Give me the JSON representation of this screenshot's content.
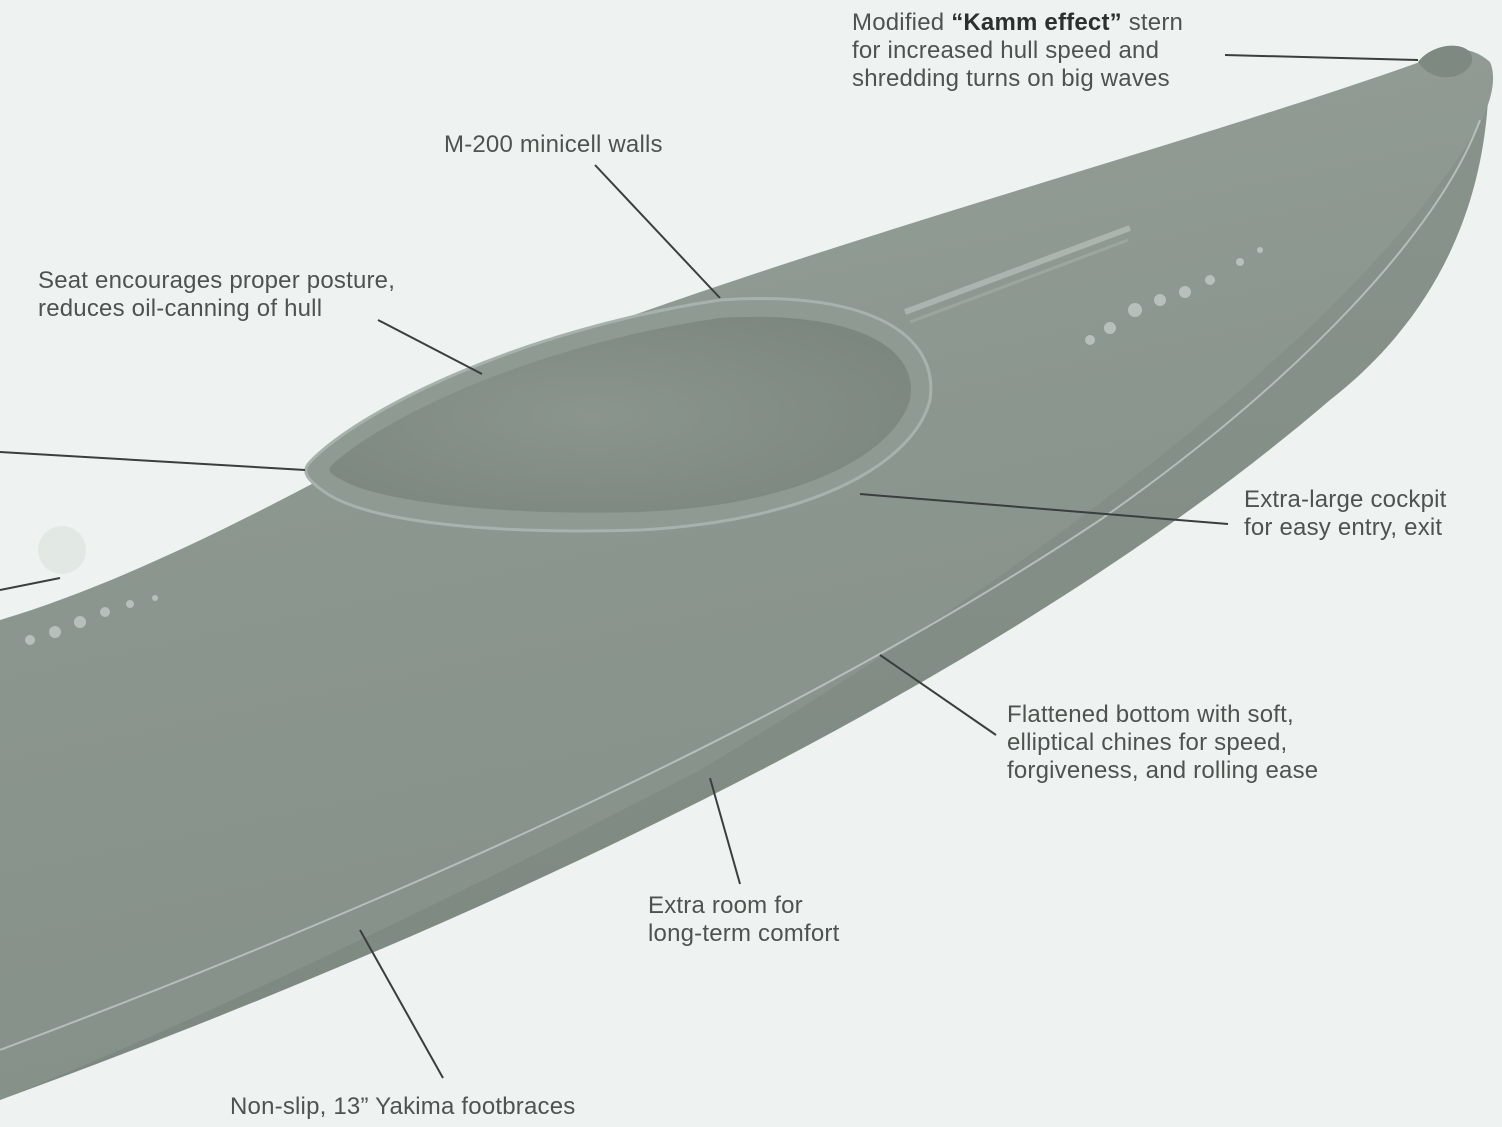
{
  "callouts": {
    "stern": {
      "line1_prefix": "Modified ",
      "line1_bold": "“Kamm effect”",
      "line1_suffix": " stern",
      "line2": "for increased hull speed and",
      "line3": "shredding turns on big waves"
    },
    "walls": {
      "line1": "M-200 minicell walls"
    },
    "seat": {
      "line1": "Seat encourages proper posture,",
      "line2": "reduces oil-canning of hull"
    },
    "cockpit": {
      "line1": "Extra-large cockpit",
      "line2": "for easy entry, exit"
    },
    "bottom": {
      "line1": "Flattened bottom with soft,",
      "line2": "elliptical chines for speed,",
      "line3": "forgiveness, and rolling ease"
    },
    "room": {
      "line1": "Extra room for",
      "line2": "long-term comfort"
    },
    "footbraces": {
      "line1": "Non-slip, 13” Yakima footbraces"
    }
  },
  "colors": {
    "background": "#eef3f2",
    "hull": "#8c978f",
    "hull_shadow": "#7f8a83",
    "leader_line": "#3a3e3c",
    "label_text": "#4e5350"
  }
}
